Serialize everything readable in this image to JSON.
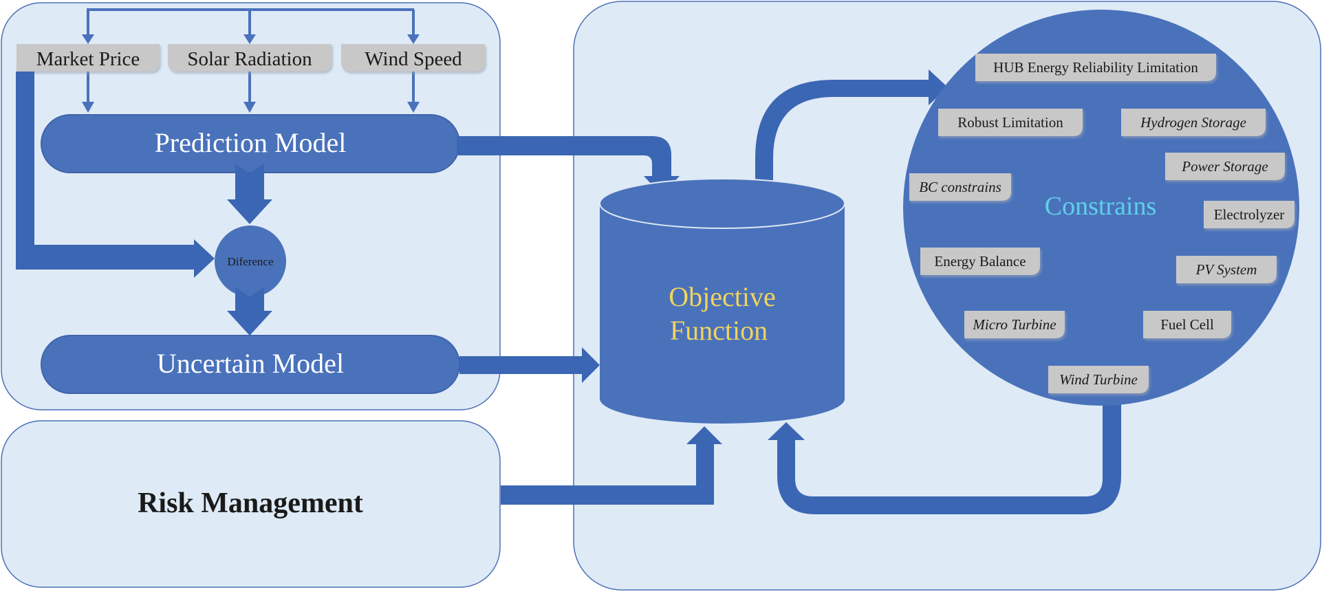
{
  "inputs": {
    "market_price": "Market Price",
    "solar_radiation": "Solar Radiation",
    "wind_speed": "Wind Speed"
  },
  "prediction_model": "Prediction Model",
  "difference": "Diference",
  "uncertain_model": "Uncertain Model",
  "risk_management": "Risk Management",
  "objective_function": {
    "line1": "Objective",
    "line2": "Function"
  },
  "constraints": {
    "title": "Constrains",
    "items": {
      "hub": "HUB Energy Reliability Limitation",
      "robust": "Robust Limitation",
      "hydrogen": "Hydrogen Storage",
      "power_storage": "Power Storage",
      "bc": "BC constrains",
      "electrolyzer": "Electrolyzer",
      "energy_balance": "Energy Balance",
      "pv": "PV System",
      "micro_turbine": "Micro Turbine",
      "fuel_cell": "Fuel Cell",
      "wind_turbine": "Wind Turbine"
    }
  },
  "colors": {
    "panel_fill": "#deeaf6",
    "panel_stroke": "#4a6fb5",
    "shape_blue": "#4a72bb",
    "arrow_blue": "#3b66b3",
    "tag_gray": "#c8c8c8",
    "objective_text": "#f2d45c",
    "constraints_title": "#5fd0e8",
    "dark_text": "#1a1a1a"
  }
}
